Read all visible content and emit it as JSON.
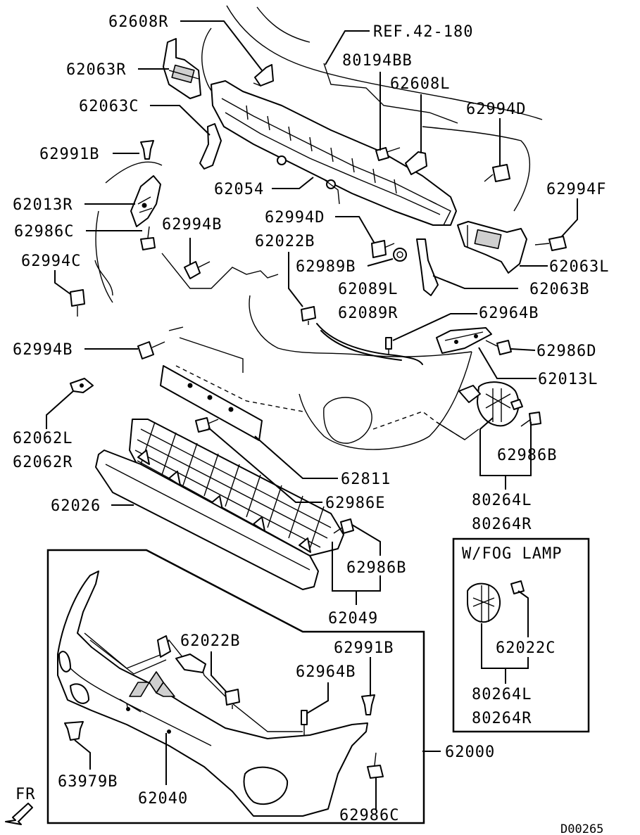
{
  "labels": {
    "l62608R": "62608R",
    "lREF": "REF.42-180",
    "l80194BB": "80194BB",
    "l62063R": "62063R",
    "l62608L": "62608L",
    "l62063C": "62063C",
    "l62994D_1": "62994D",
    "l62991B_1": "62991B",
    "l62054": "62054",
    "l62994F": "62994F",
    "l62013R": "62013R",
    "l62994D_2": "62994D",
    "l62986C_1": "62986C",
    "l62994B_1": "62994B",
    "l62022B_1": "62022B",
    "l62063L": "62063L",
    "l62994C": "62994C",
    "l62989B": "62989B",
    "l62089L": "62089L",
    "l62063B": "62063B",
    "l62089R": "62089R",
    "l62964B_1": "62964B",
    "l62994B_2": "62994B",
    "l62986D": "62986D",
    "l62013L": "62013L",
    "l62062L": "62062L",
    "l62062R": "62062R",
    "l62986B_1": "62986B",
    "l62811": "62811",
    "l80264L_1": "80264L",
    "l62986E": "62986E",
    "l62026": "62026",
    "l80264R_1": "80264R",
    "l62986B_2": "62986B",
    "l62049": "62049",
    "lFogTitle": "W/FOG LAMP",
    "l62022C": "62022C",
    "l80264L_2": "80264L",
    "l80264R_2": "80264R",
    "l62022B_2": "62022B",
    "l62991B_2": "62991B",
    "l62964B_2": "62964B",
    "l62000": "62000",
    "l63979B": "63979B",
    "l62040": "62040",
    "l62986C_2": "62986C",
    "lFR": "FR",
    "lCode": "D00265"
  }
}
